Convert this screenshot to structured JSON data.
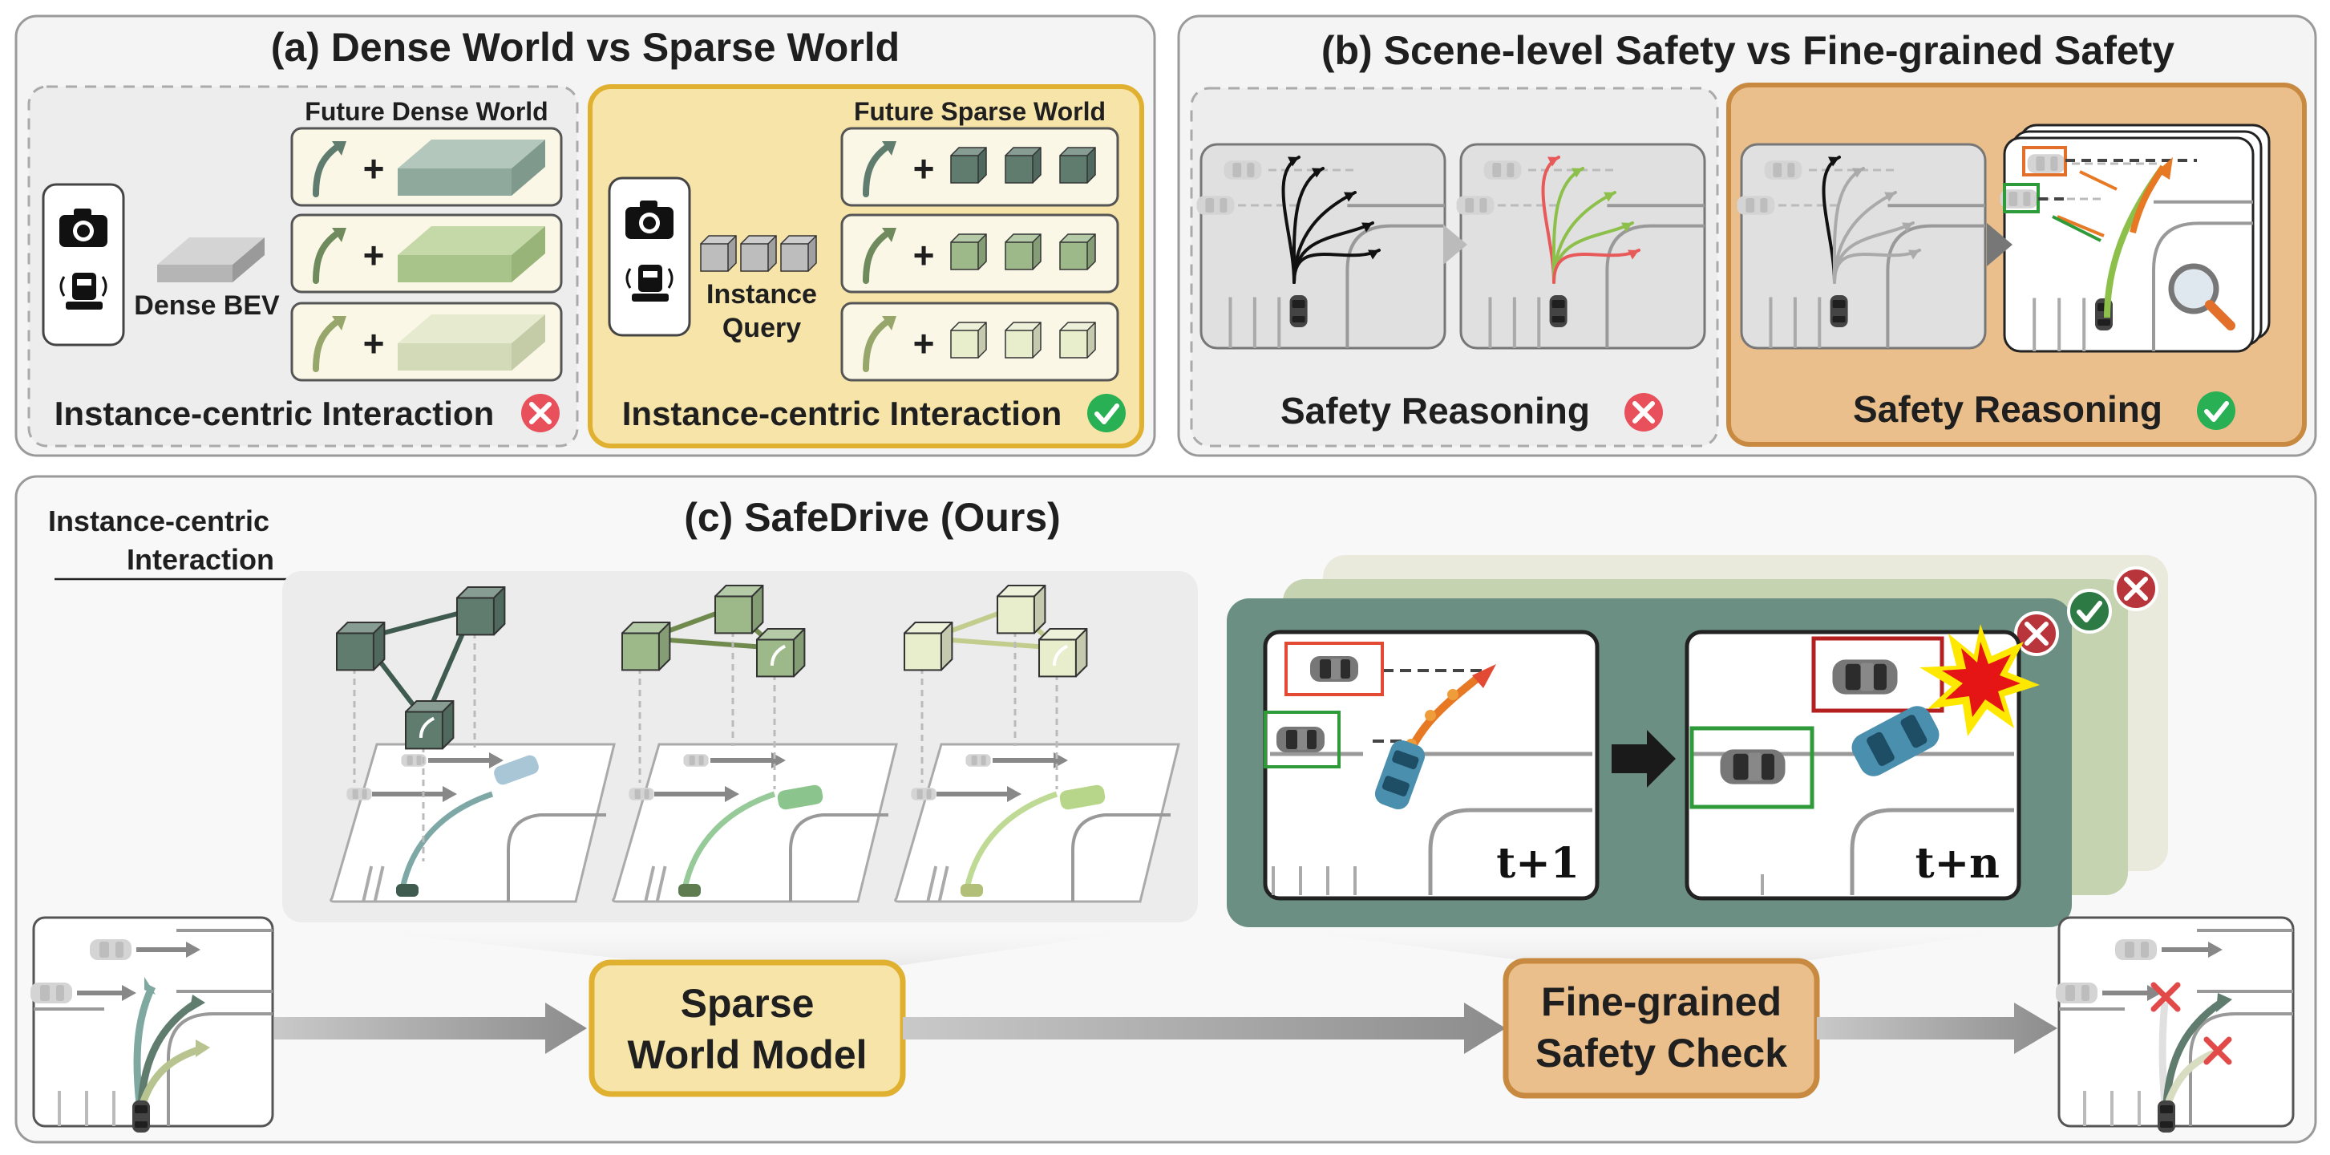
{
  "panel_a": {
    "title": "(a) Dense World vs Sparse World",
    "dense": {
      "future_label": "Future Dense World",
      "bev_label": "Dense BEV",
      "interaction_label": "Instance-centric Interaction",
      "status": "cross"
    },
    "sparse": {
      "future_label": "Future Sparse World",
      "query_label_line1": "Instance",
      "query_label_line2": "Query",
      "interaction_label": "Instance-centric Interaction",
      "status": "check"
    },
    "plus_sign": "+"
  },
  "panel_b": {
    "title": "(b) Scene-level Safety vs Fine-grained Safety",
    "scene_level": {
      "label": "Safety Reasoning",
      "status": "cross"
    },
    "fine_grained": {
      "label": "Safety Reasoning",
      "status": "check"
    }
  },
  "panel_c": {
    "title": "(c) SafeDrive (Ours)",
    "annotation_line1": "Instance-centric",
    "annotation_line2": "Interaction",
    "sparse_world_model_line1": "Sparse",
    "sparse_world_model_line2": "World Model",
    "safety_check_line1": "Fine-grained",
    "safety_check_line2": "Safety Check",
    "frame_t1": "t+1",
    "frame_tn": "t+n"
  },
  "colors": {
    "dense_green": "#5f7c6f",
    "mid_green": "#9db98a",
    "light_green": "#d6ddb6",
    "gold_fill": "#f7e4a8",
    "gold_border": "#e0b030",
    "tan_fill": "#ebbf8c",
    "tan_border": "#c88a40",
    "teal_panel": "#6c8f83",
    "red_status": "#e8505b",
    "green_status": "#29b054"
  }
}
